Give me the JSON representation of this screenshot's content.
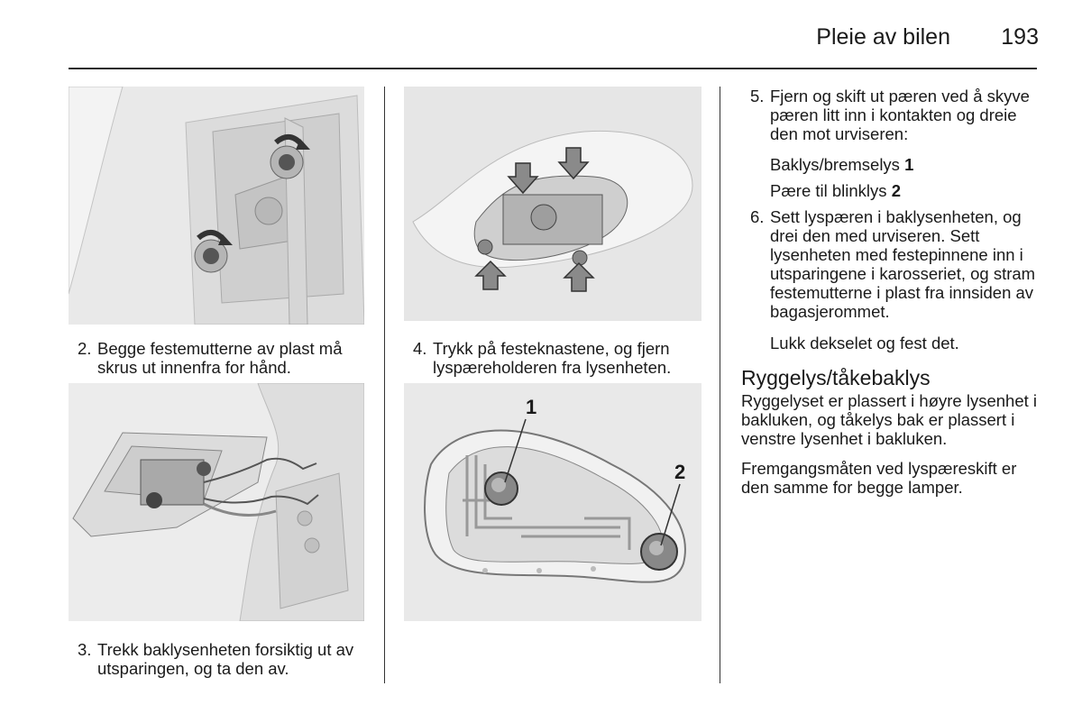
{
  "header": {
    "title": "Pleie av bilen",
    "page_number": "193"
  },
  "column1": {
    "step2": {
      "num": "2.",
      "text": "Begge festemutterne av plast må skrus ut innenfra for hånd."
    },
    "step3": {
      "num": "3.",
      "text": "Trekk baklysenheten forsiktig ut av utsparingen, og ta den av."
    }
  },
  "column2": {
    "step4": {
      "num": "4.",
      "text": "Trykk på festeknastene, og fjern lyspæreholderen fra lysenheten."
    },
    "callout1": "1",
    "callout2": "2"
  },
  "column3": {
    "step5": {
      "num": "5.",
      "text": "Fjern og skift ut pæren ved å skyve pæren litt inn i kontakten og dreie den mot urviseren:"
    },
    "item1": {
      "label": "Baklys/bremselys",
      "ref": "1"
    },
    "item2": {
      "label": "Pære til blinklys",
      "ref": "2"
    },
    "step6": {
      "num": "6.",
      "text": "Sett lyspæren i baklysenheten, og drei den med urviseren. Sett lysenheten med festepinnene inn i utsparingene i karosseriet, og stram festemutterne i plast fra innsiden av bagasjerommet."
    },
    "close_cover": "Lukk dekselet og fest det.",
    "section_heading": "Ryggelys/tåkebaklys",
    "para1": "Ryggelyset er plassert i høyre lysenhet i bakluken, og tåkelys bak er plassert i venstre lysenhet i bakluken.",
    "para2": "Fremgangsmåten ved lyspæreskift er den samme for begge lamper."
  }
}
